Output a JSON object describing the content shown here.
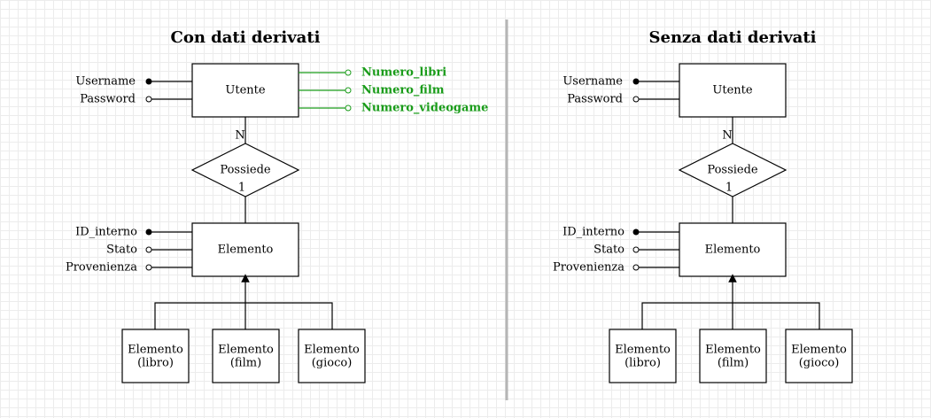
{
  "colors": {
    "derived": "#1a9c1a",
    "divider": "#b5b5b5"
  },
  "panels": [
    {
      "title": "Con dati derivati",
      "entity_user": "Utente",
      "user_attrs": [
        {
          "label": "Username",
          "key": true
        },
        {
          "label": "Password",
          "key": false
        }
      ],
      "derived_attrs": [
        "Numero_libri",
        "Numero_film",
        "Numero_videogame"
      ],
      "relationship": "Possiede",
      "card_user": "N",
      "card_element": "1",
      "entity_element": "Elemento",
      "element_attrs": [
        {
          "label": "ID_interno",
          "key": true
        },
        {
          "label": "Stato",
          "key": false
        },
        {
          "label": "Provenienza",
          "key": false
        }
      ],
      "subtypes": [
        {
          "line1": "Elemento",
          "line2": "(libro)"
        },
        {
          "line1": "Elemento",
          "line2": "(film)"
        },
        {
          "line1": "Elemento",
          "line2": "(gioco)"
        }
      ]
    },
    {
      "title": "Senza dati derivati",
      "entity_user": "Utente",
      "user_attrs": [
        {
          "label": "Username",
          "key": true
        },
        {
          "label": "Password",
          "key": false
        }
      ],
      "derived_attrs": [],
      "relationship": "Possiede",
      "card_user": "N",
      "card_element": "1",
      "entity_element": "Elemento",
      "element_attrs": [
        {
          "label": "ID_interno",
          "key": true
        },
        {
          "label": "Stato",
          "key": false
        },
        {
          "label": "Provenienza",
          "key": false
        }
      ],
      "subtypes": [
        {
          "line1": "Elemento",
          "line2": "(libro)"
        },
        {
          "line1": "Elemento",
          "line2": "(film)"
        },
        {
          "line1": "Elemento",
          "line2": "(gioco)"
        }
      ]
    }
  ]
}
